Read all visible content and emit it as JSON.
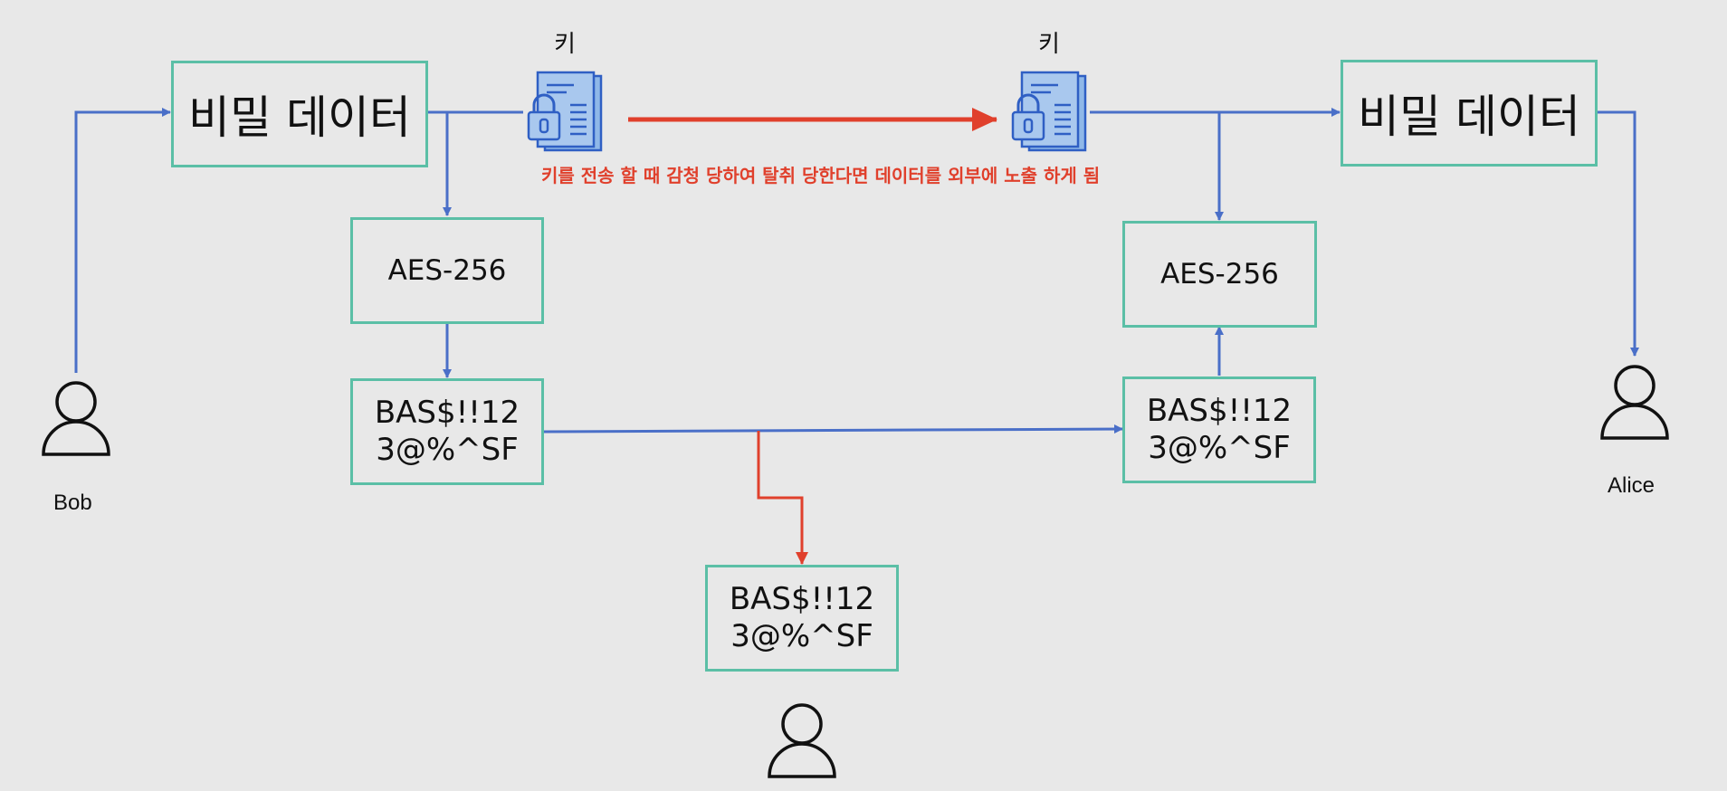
{
  "key_label": "키",
  "secret_data": "비밀 데이터",
  "algorithm": "AES-256",
  "ciphertext": [
    "BAS$!!12",
    "3@%^SF"
  ],
  "warning_text": "키를 전송 할 때 감청 당하여 탈취 당한다면 데이터를 외부에 노출 하게 됨",
  "actors": {
    "sender": "Bob",
    "receiver": "Alice"
  },
  "icons": {
    "key_document": "key-document-lock-icon",
    "person": "person-icon"
  },
  "colors": {
    "box_border": "#5bbfa6",
    "flow_arrow": "#4a6fc8",
    "attack_arrow": "#e0402c",
    "warning_text": "#e0402c"
  }
}
